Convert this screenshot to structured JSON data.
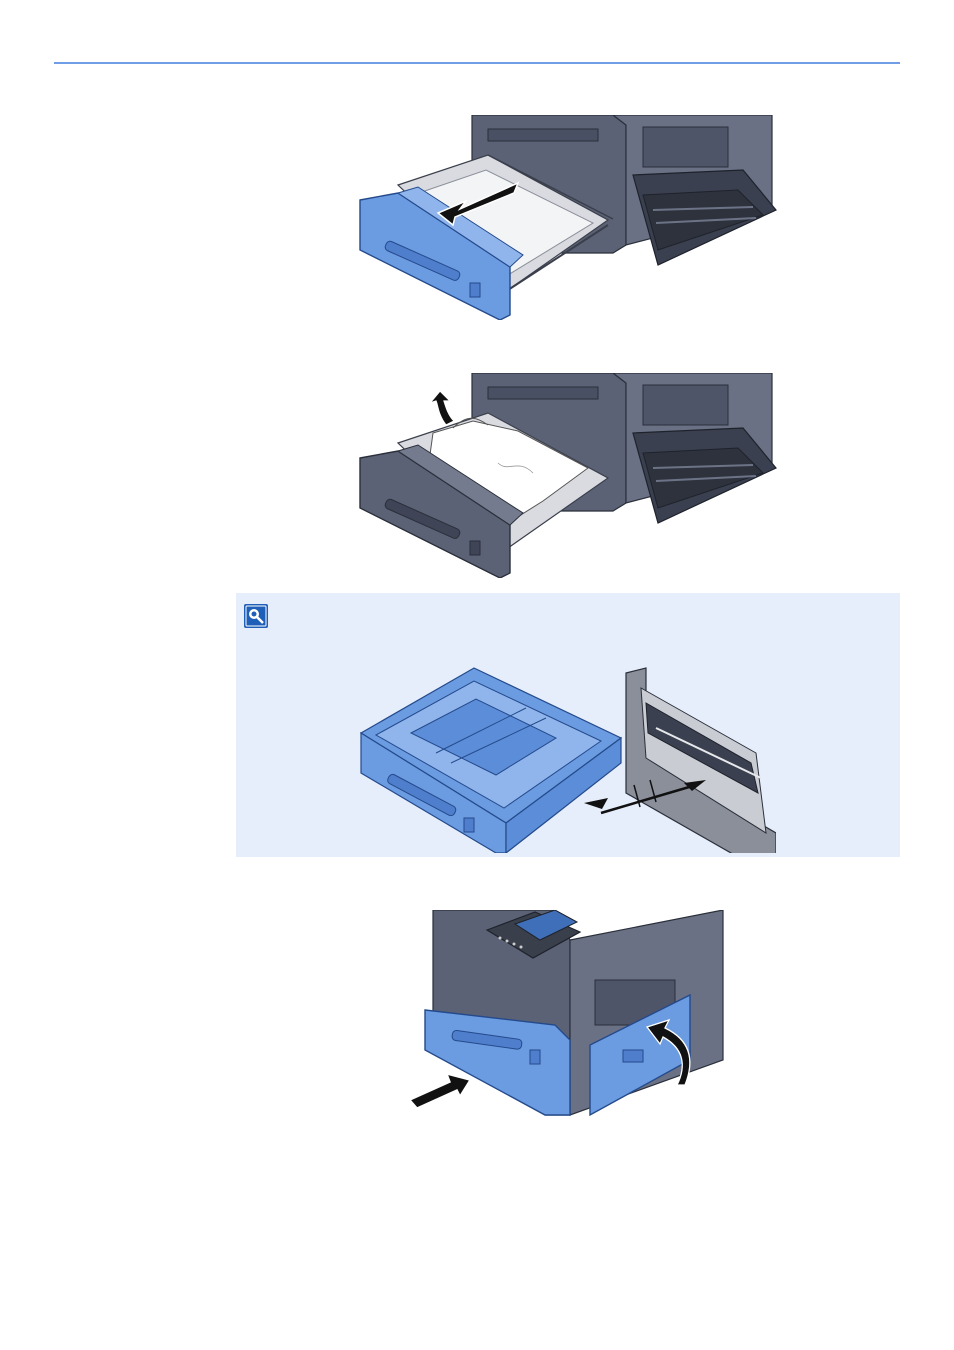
{
  "page": {
    "accent_color": "#6f9ee6",
    "note_bg_color": "#e6eefb"
  },
  "figures": [
    {
      "name": "cassette-pulled-out",
      "highlight_color": "#6b9be0",
      "arrow": "pull-out-arrow"
    },
    {
      "name": "jammed-paper-removal",
      "arrow": "lift-paper-arrow"
    },
    {
      "name": "cassette-fully-removed",
      "arrow": "double-arrow"
    },
    {
      "name": "cassette-reinserted-cover-closed",
      "arrows": [
        "push-in-arrow",
        "close-cover-arrow"
      ]
    }
  ],
  "note": {
    "icon": "note-icon"
  }
}
